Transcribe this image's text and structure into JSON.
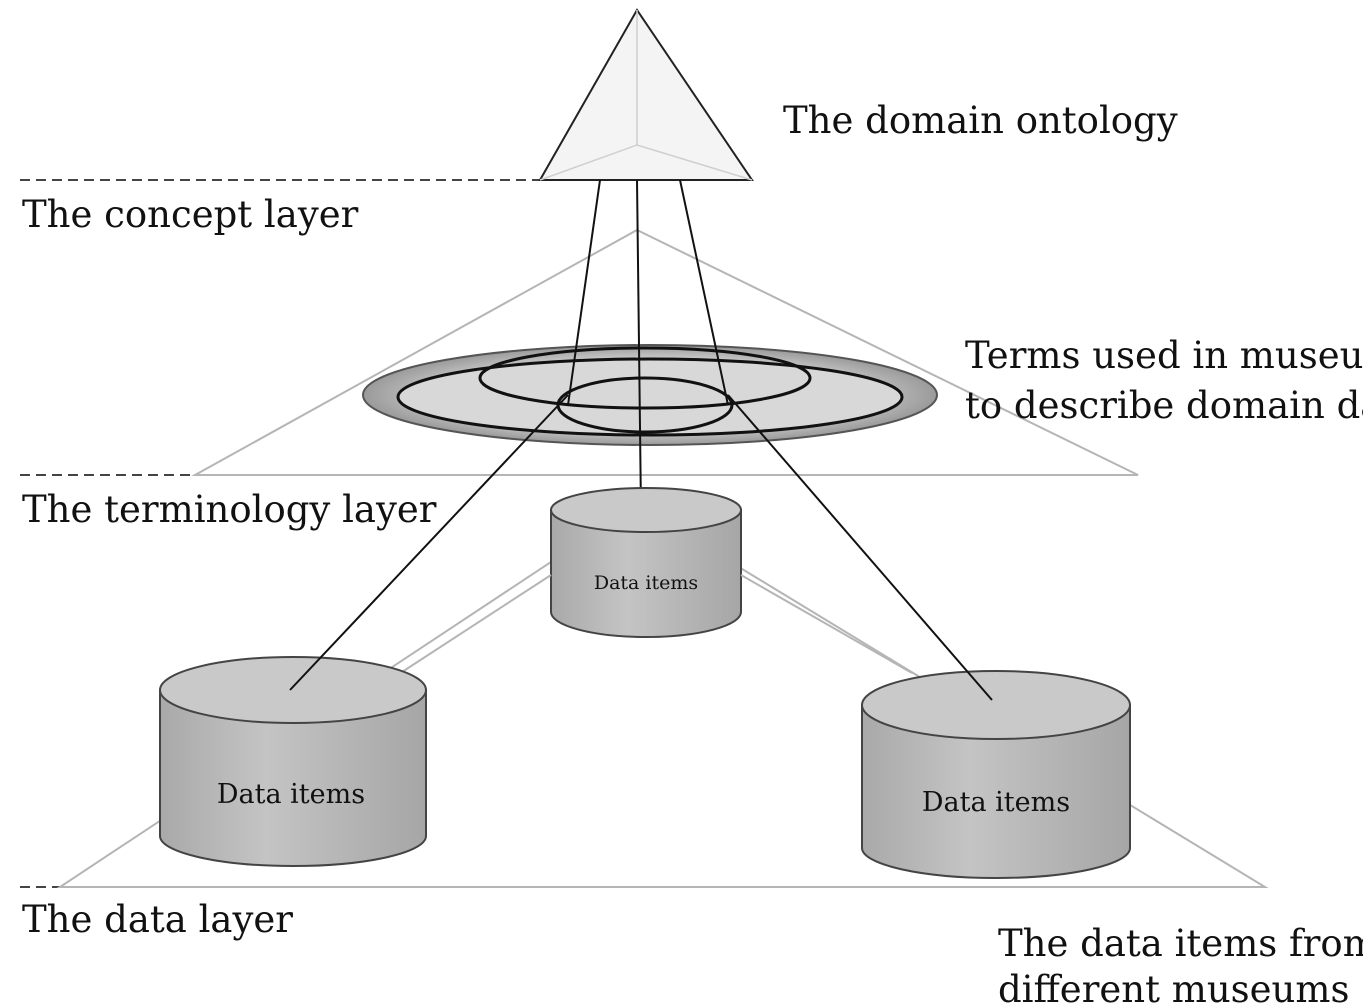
{
  "labels": {
    "domain_ontology": "The domain ontology",
    "concept_layer": "The concept layer",
    "terms_line1": "Terms used in museums",
    "terms_line2": "to describe domain data",
    "terminology_layer": "The terminology layer",
    "data_layer": "The data layer",
    "data_items_from_line1": "The data items from",
    "data_items_from_line2": "different museums"
  },
  "databases": [
    {
      "label": "Data items"
    },
    {
      "label": "Data items"
    },
    {
      "label": "Data items"
    }
  ],
  "colors": {
    "cylinder_fill": "#bdbdbd",
    "cylinder_top": "#c9c9c9",
    "disc_fill": "#d4d4d4",
    "line": "#111111",
    "light_line": "#b0b0b0"
  }
}
